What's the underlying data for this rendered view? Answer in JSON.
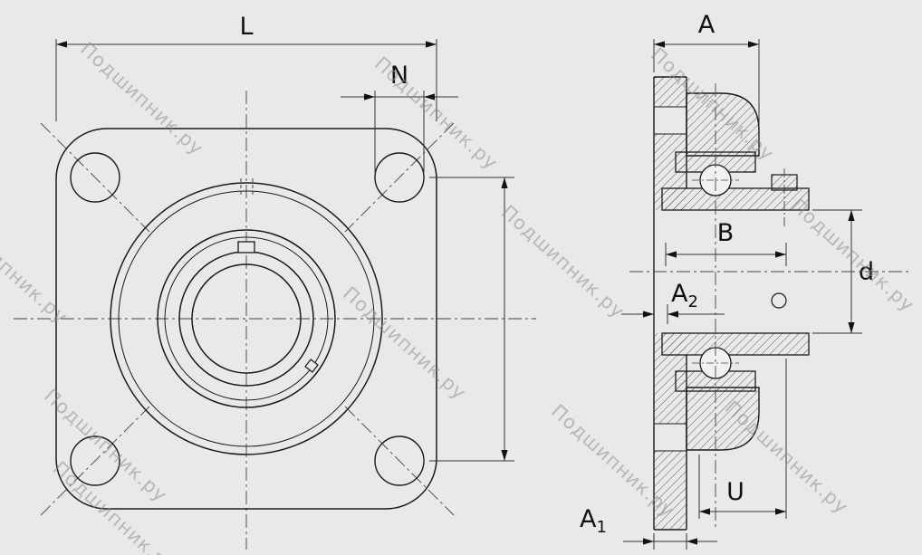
{
  "watermark": {
    "text": "Подшипник.ру"
  },
  "front_view": {
    "dim_overall_width": "L",
    "dim_bolt_hole": "N"
  },
  "side_view": {
    "dim_housing_width": "A",
    "dim_inner_ring_width": "B",
    "dim_bore_diameter": "d",
    "dim_sleeve_protrusion": "U",
    "dim_flange_offset": {
      "base": "A",
      "sub": "2"
    },
    "dim_flange_thickness": {
      "base": "A",
      "sub": "1"
    }
  }
}
